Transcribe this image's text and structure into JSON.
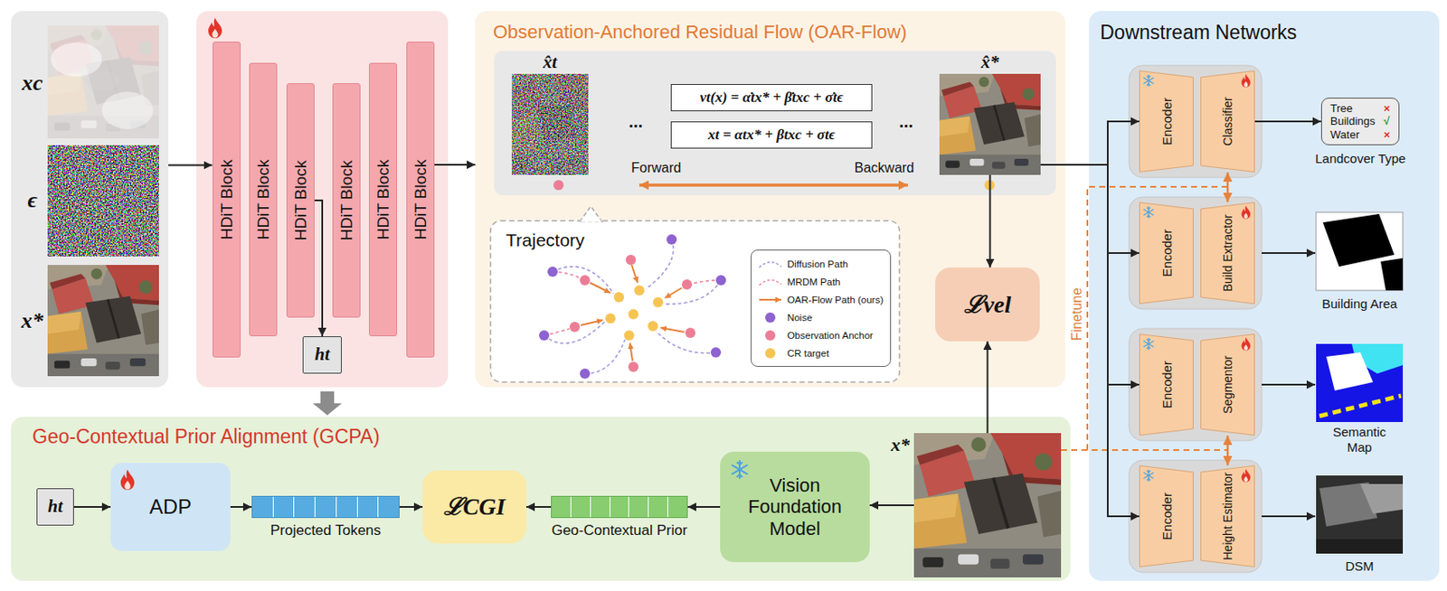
{
  "diagram": {
    "nodes": [
      {
        "text": [
          "xc",
          "ϵ",
          "x*"
        ]
      },
      {
        "text": [
          "HDiT Block"
        ]
      },
      {
        "text": [
          "HDiT Block"
        ]
      },
      {
        "text": [
          "HDiT Block"
        ]
      },
      {
        "text": [
          "HDiT Block"
        ]
      },
      {
        "text": [
          "HDiT Block"
        ]
      },
      {
        "text": [
          "HDiT Block"
        ]
      },
      {
        "text": [
          "ht"
        ]
      },
      {
        "text": [
          "Observation-Anchored Residual Flow (OAR-Flow)"
        ]
      },
      {
        "text": [
          "x̂t"
        ],
        "in": 8
      },
      {
        "text": [
          "vt(x) = α̇tx* + β̇txc + σ̇tϵ"
        ],
        "in": 8
      },
      {
        "text": [
          "xt = αtx* + βtxc + σtϵ"
        ],
        "in": 8
      },
      {
        "text": [
          "x̂*"
        ],
        "in": 8
      },
      {
        "text": [
          "Trajectory"
        ],
        "in": 8
      },
      {
        "text": [
          "ℒvel"
        ],
        "in": 8
      },
      {
        "text": [
          "Downstream Networks"
        ]
      },
      {
        "text": [
          "Encoder"
        ],
        "in": 15
      },
      {
        "text": [
          "Classifier"
        ],
        "in": 15
      },
      {
        "text": [
          "Tree",
          "×",
          "Buildings",
          "√",
          "Water",
          "×"
        ],
        "in": 15
      },
      {
        "text": [
          "Encoder"
        ],
        "in": 15
      },
      {
        "text": [
          "Build Extractor"
        ],
        "in": 15
      },
      {
        "text": [
          "Encoder"
        ],
        "in": 15
      },
      {
        "text": [
          "Segmentor"
        ],
        "in": 15
      },
      {
        "text": [
          "Encoder"
        ],
        "in": 15
      },
      {
        "text": [
          "Height Estimator"
        ],
        "in": 15
      },
      {
        "text": [
          "Geo-Contextual Prior Alignment (GCPA)"
        ]
      },
      {
        "text": [
          "ht"
        ],
        "in": 25
      },
      {
        "text": [
          "ADP"
        ],
        "in": 25
      },
      {
        "text": [
          "Projected Tokens"
        ],
        "in": 25
      },
      {
        "text": [
          "ℒCGI"
        ],
        "in": 25
      },
      {
        "text": [
          "Geo-Contextual Prior"
        ],
        "in": 25
      },
      {
        "text": [
          "Vision Foundation Model"
        ],
        "in": 25
      },
      {
        "text": [
          "x*"
        ],
        "in": 25
      }
    ],
    "edges": [
      {
        "from": 0,
        "to": 1,
        "arrow": "to"
      },
      {
        "from": 6,
        "to": 8,
        "arrow": "to"
      },
      {
        "from": 3,
        "to": 7,
        "arrow": "to"
      },
      {
        "from": 12,
        "to": 14,
        "arrow": "to"
      },
      {
        "from": 32,
        "to": 14,
        "arrow": "to"
      },
      {
        "from": 12,
        "to": 16,
        "arrow": "to"
      },
      {
        "from": 12,
        "to": 19,
        "arrow": "to"
      },
      {
        "from": 12,
        "to": 21,
        "arrow": "to"
      },
      {
        "from": 12,
        "to": 23,
        "arrow": "to"
      },
      {
        "from": 17,
        "to": 18,
        "arrow": "to"
      },
      {
        "from": 17,
        "to": 20,
        "arrow": "both"
      },
      {
        "from": 22,
        "to": 24,
        "arrow": "both"
      },
      {
        "from": 26,
        "to": 27,
        "arrow": "to"
      },
      {
        "from": 27,
        "to": 28,
        "arrow": "to"
      },
      {
        "from": 28,
        "to": 29,
        "arrow": "to"
      },
      {
        "from": 30,
        "to": 29,
        "arrow": "to"
      },
      {
        "from": 31,
        "to": 30,
        "arrow": "to"
      },
      {
        "from": 32,
        "to": 31,
        "arrow": "to"
      }
    ],
    "labels": [
      "Forward",
      "Backward",
      "...",
      "...",
      "Finetune",
      "Landcover Type",
      "Building Area",
      "Semantic Map",
      "DSM"
    ],
    "legend": [
      {
        "text": "Diffusion Path"
      },
      {
        "text": "MRDM Path"
      },
      {
        "text": "OAR-Flow Path (ours)"
      },
      {
        "text": "Noise",
        "color": "#8e62d0"
      },
      {
        "text": "Observation Anchor",
        "color": "#ec7d95"
      },
      {
        "text": "CR target",
        "color": "#f6c453"
      }
    ]
  }
}
